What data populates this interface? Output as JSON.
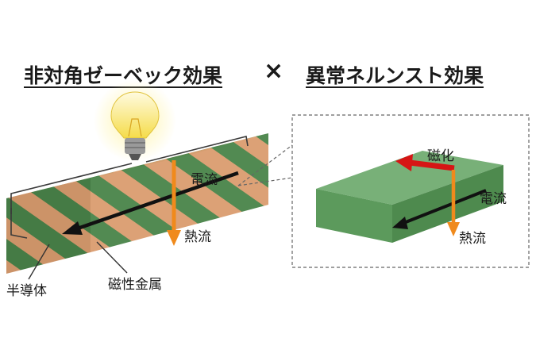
{
  "titles": {
    "left": "非対角ゼーベック効果",
    "right": "異常ネルンスト効果",
    "operator": "×"
  },
  "left_diagram": {
    "current_label": "電流",
    "heat_label": "熱流",
    "semiconductor_label": "半導体",
    "magnetic_metal_label": "磁性金属"
  },
  "right_diagram": {
    "magnetization_label": "磁化",
    "current_label": "電流",
    "heat_label": "熱流"
  },
  "colors": {
    "green": "#5e9e5e",
    "orange_stripe": "#f2b786",
    "heat_arrow": "#f08a1c",
    "magnetization_arrow": "#d61515",
    "current_arrow": "#111111",
    "block_green": "#6aa86a"
  }
}
